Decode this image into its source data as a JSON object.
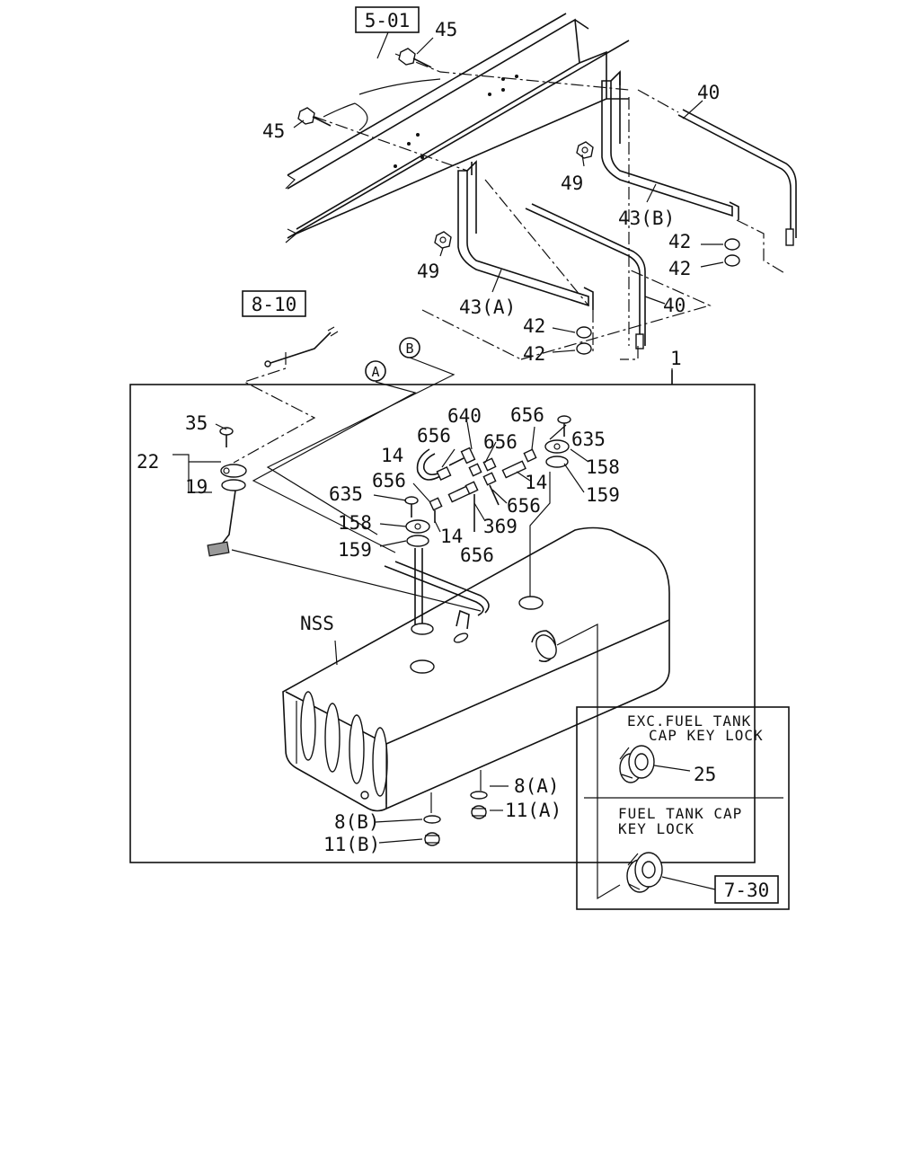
{
  "refs": {
    "ref_5_01": "5-01",
    "ref_8_10": "8-10",
    "ref_7_30": "7-30"
  },
  "circles": {
    "a": "A",
    "b": "B"
  },
  "labels": {
    "p45_top": "45",
    "p45_left": "45",
    "p40_top": "40",
    "p40_mid": "40",
    "p49_right": "49",
    "p49_left": "49",
    "p43b": "43(B)",
    "p43a": "43(A)",
    "p42_r1": "42",
    "p42_r2": "42",
    "p42_m1": "42",
    "p42_m2": "42",
    "p1": "1",
    "p35": "35",
    "p22": "22",
    "p19": "19",
    "p640": "640",
    "p656_a": "656",
    "p656_b": "656",
    "p656_c": "656",
    "p656_d": "656",
    "p656_e": "656",
    "p656_f": "656",
    "p14_a": "14",
    "p14_b": "14",
    "p14_c": "14",
    "p635_a": "635",
    "p635_b": "635",
    "p158_a": "158",
    "p158_b": "158",
    "p159_a": "159",
    "p159_b": "159",
    "p369": "369",
    "nss": "NSS",
    "p8a": "8(A)",
    "p11a": "11(A)",
    "p8b": "8(B)",
    "p11b": "11(B)",
    "p25": "25"
  },
  "inset": {
    "top_line1": "EXC.FUEL TANK",
    "top_line2": "CAP KEY LOCK",
    "bottom_line1": "FUEL TANK CAP",
    "bottom_line2": "KEY LOCK"
  }
}
